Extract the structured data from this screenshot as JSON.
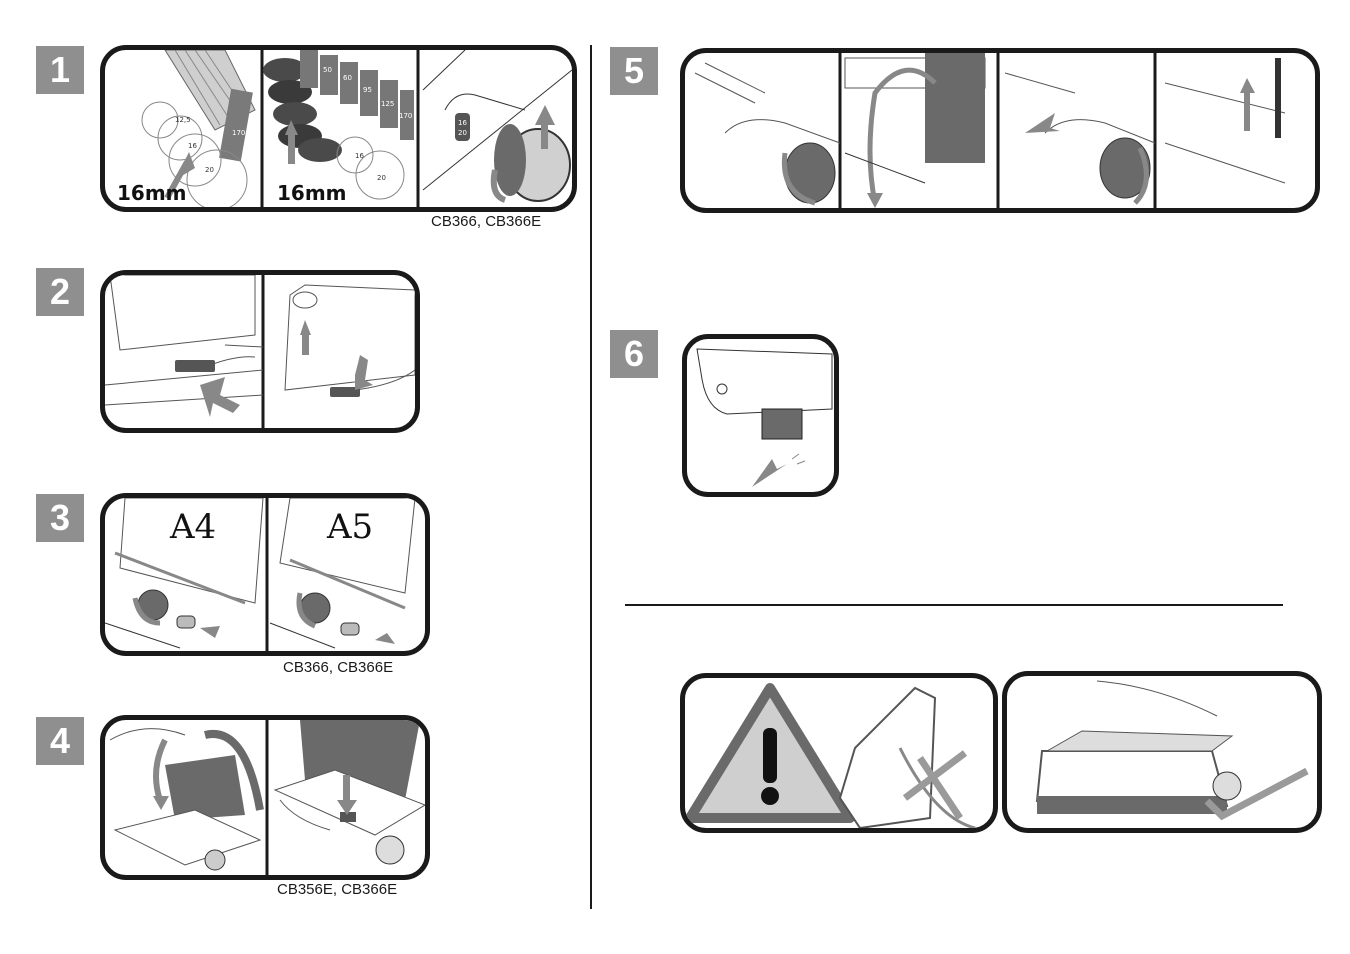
{
  "steps": [
    {
      "number": "1",
      "caption": "CB366, CB366E",
      "panel_labels": [
        "16mm",
        "16mm"
      ]
    },
    {
      "number": "2",
      "caption": ""
    },
    {
      "number": "3",
      "caption": "CB366, CB366E",
      "panel_labels": [
        "A4",
        "A5"
      ]
    },
    {
      "number": "4",
      "caption": "CB356E, CB366E"
    },
    {
      "number": "5",
      "caption": ""
    },
    {
      "number": "6",
      "caption": ""
    }
  ],
  "diagram_1": {
    "gauge_values": [
      "12,5",
      "16",
      "20",
      "170",
      "50",
      "60",
      "95",
      "125",
      "170",
      "16",
      "20"
    ],
    "dial_values": [
      "16",
      "20"
    ]
  },
  "warning": {
    "wrong_icon": "cross-mark-icon",
    "right_icon": "check-mark-icon",
    "warning_icon": "warning-triangle-icon"
  },
  "colors": {
    "border": "#1a1a1a",
    "badge": "#8f8f8f",
    "gray": "#9a9a9a"
  }
}
